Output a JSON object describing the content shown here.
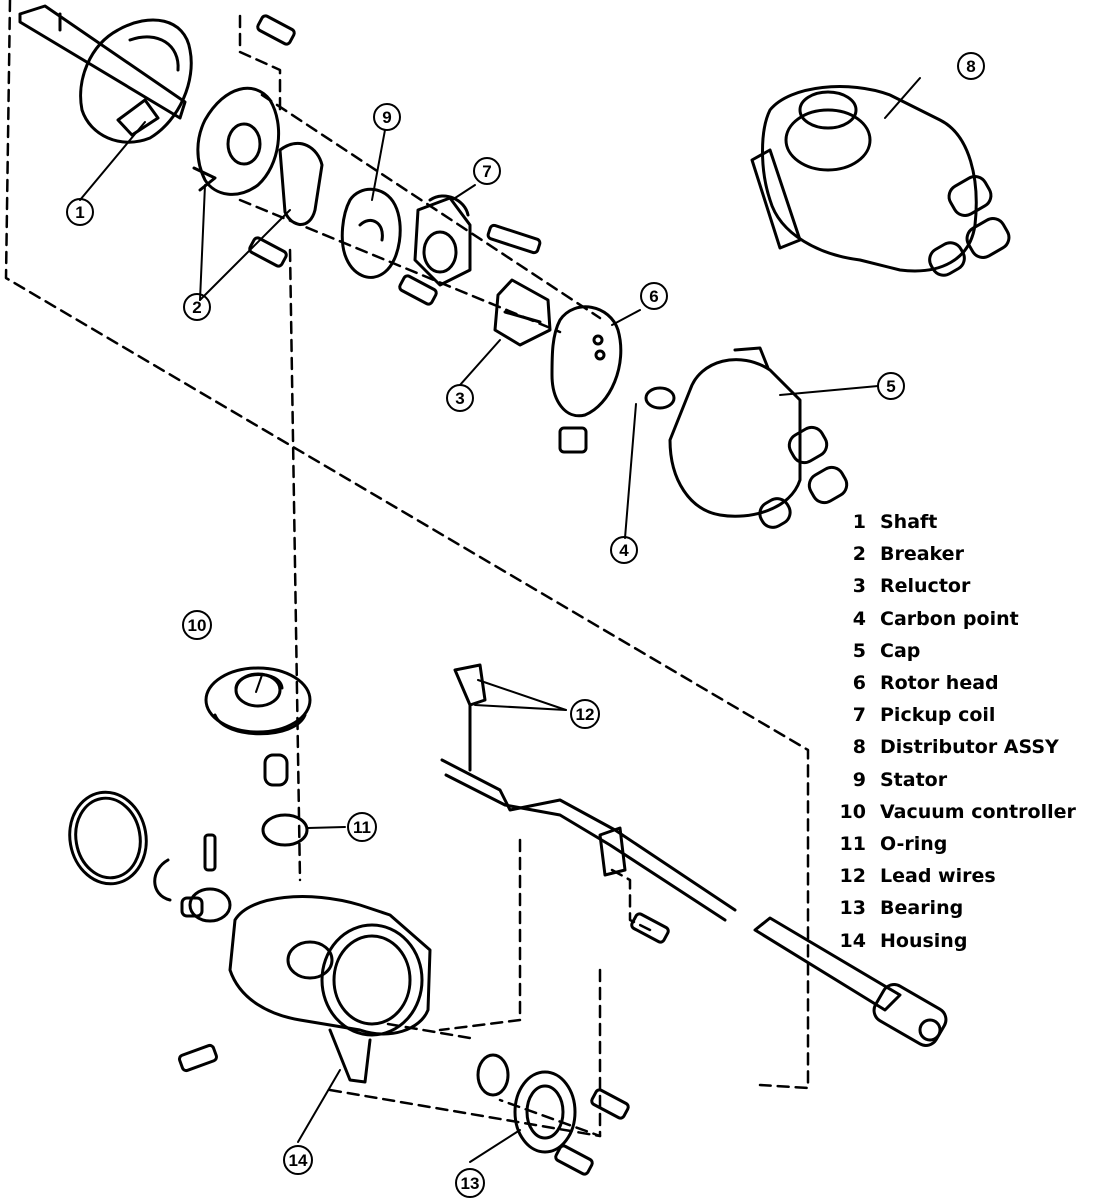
{
  "diagram": {
    "callouts": [
      "1",
      "2",
      "3",
      "4",
      "5",
      "6",
      "7",
      "8",
      "9",
      "10",
      "11",
      "12",
      "13",
      "14"
    ],
    "legend": [
      {
        "num": "1",
        "name": "Shaft"
      },
      {
        "num": "2",
        "name": "Breaker"
      },
      {
        "num": "3",
        "name": "Reluctor"
      },
      {
        "num": "4",
        "name": "Carbon point"
      },
      {
        "num": "5",
        "name": "Cap"
      },
      {
        "num": "6",
        "name": "Rotor head"
      },
      {
        "num": "7",
        "name": "Pickup coil"
      },
      {
        "num": "8",
        "name": "Distributor ASSY"
      },
      {
        "num": "9",
        "name": "Stator"
      },
      {
        "num": "10",
        "name": "Vacuum controller"
      },
      {
        "num": "11",
        "name": "O-ring"
      },
      {
        "num": "12",
        "name": "Lead wires"
      },
      {
        "num": "13",
        "name": "Bearing"
      },
      {
        "num": "14",
        "name": "Housing"
      }
    ]
  }
}
